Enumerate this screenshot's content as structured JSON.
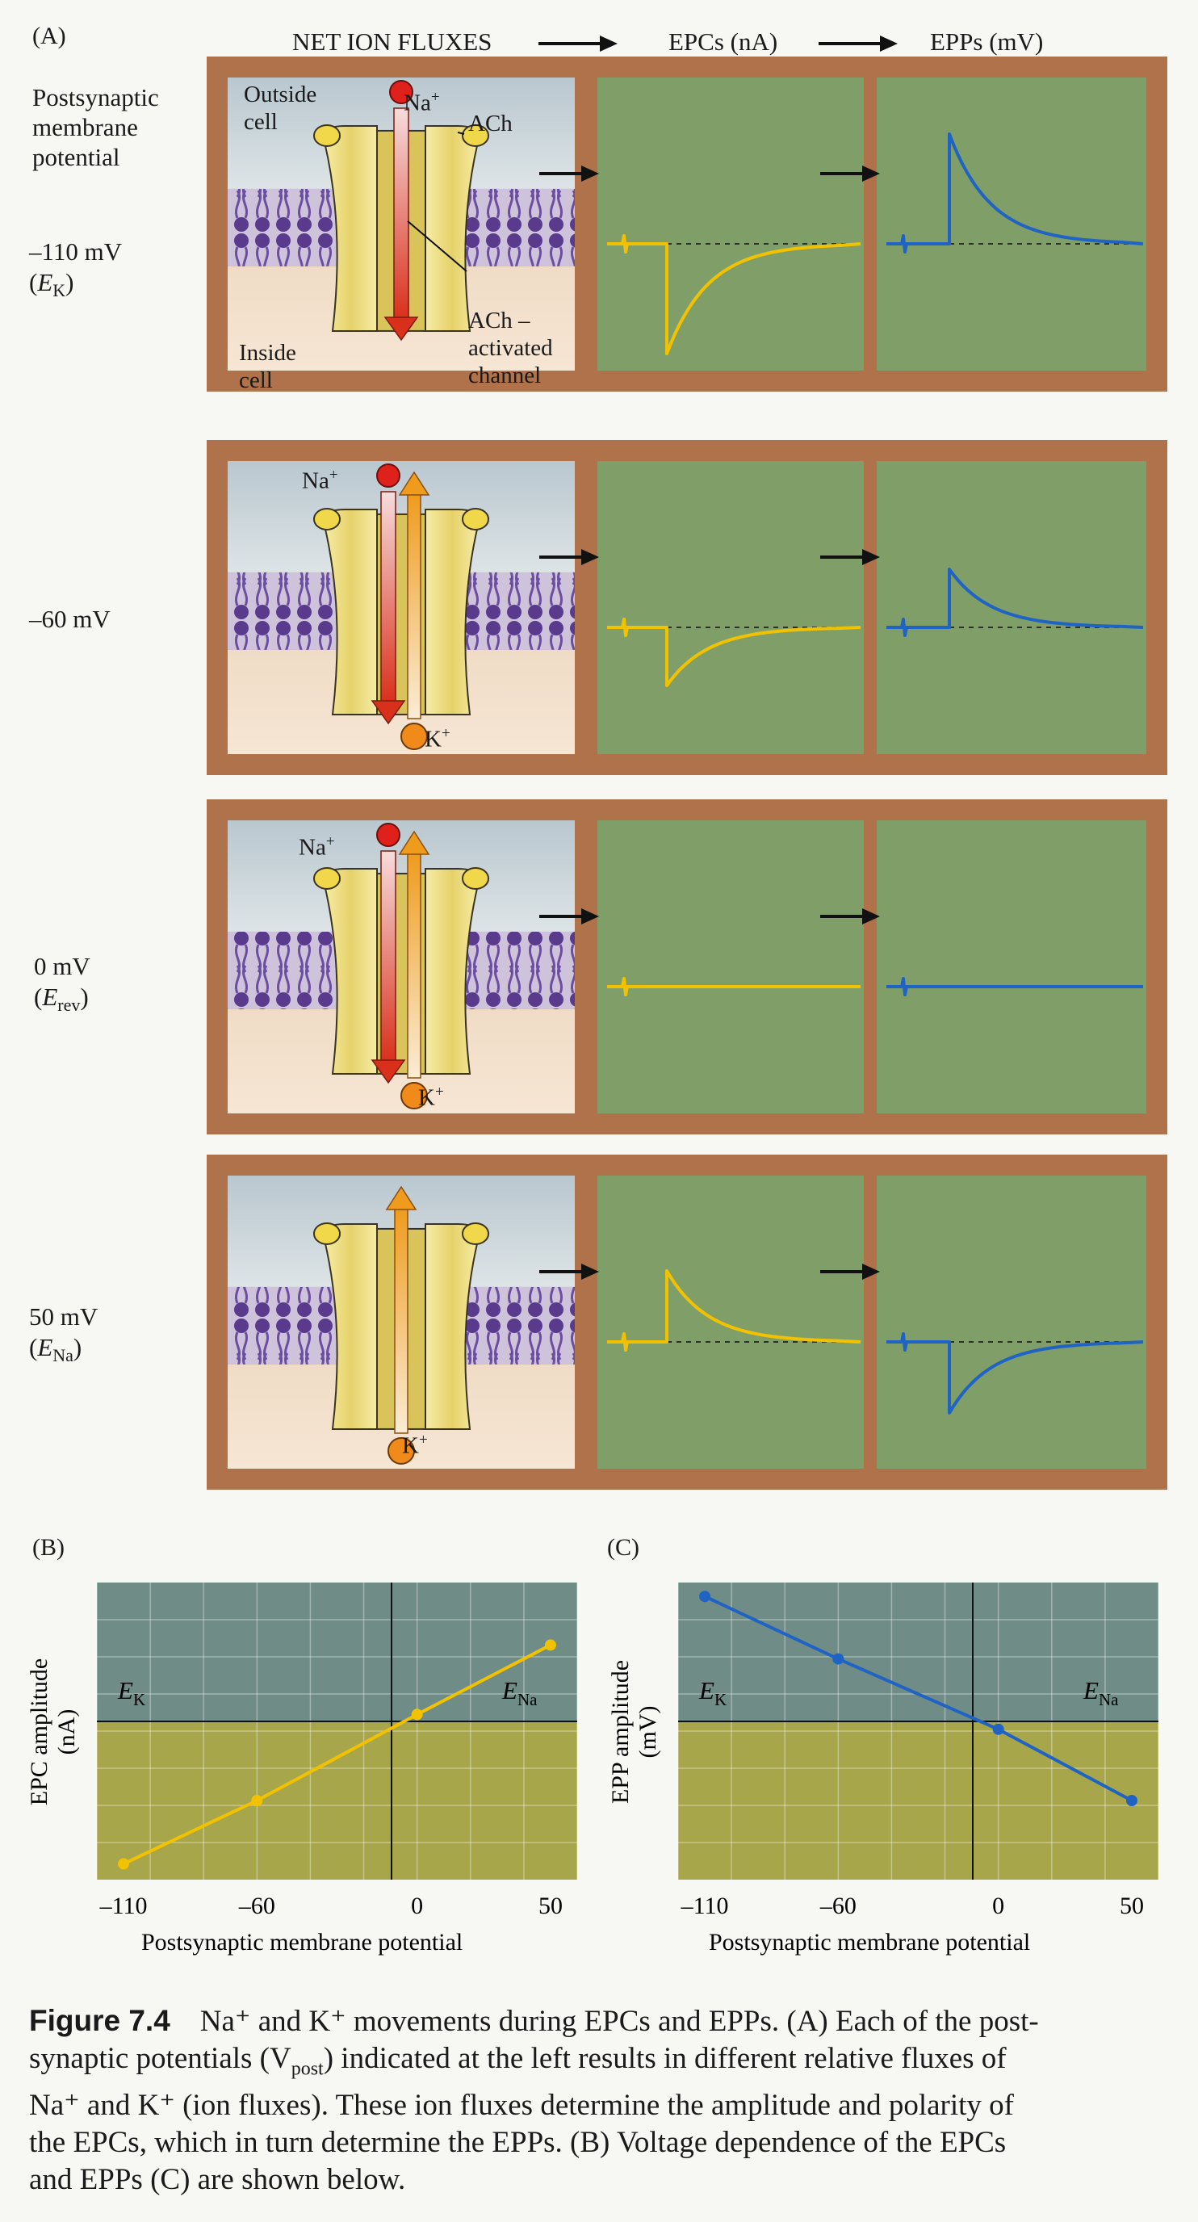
{
  "panel_a": {
    "label": "(A)",
    "header": {
      "net_ion_fluxes": "NET ION FLUXES",
      "epcs": "EPCs (nA)",
      "epps": "EPPs (mV)"
    },
    "row_header": [
      "Postsynaptic",
      "membrane",
      "potential"
    ],
    "rows": [
      {
        "potential": "–110 mV",
        "sub_main": "E",
        "sub_script": "K"
      },
      {
        "potential": "–60 mV",
        "sub_main": "",
        "sub_script": ""
      },
      {
        "potential": "0 mV",
        "sub_main": "E",
        "sub_script": "rev"
      },
      {
        "potential": "50 mV",
        "sub_main": "E",
        "sub_script": "Na"
      }
    ],
    "diagram_labels": {
      "outside_cell": [
        "Outside",
        "cell"
      ],
      "inside_cell": [
        "Inside",
        "cell"
      ],
      "na_ion": "Na",
      "k_ion": "K",
      "ion_charge": "+",
      "ach": "ACh",
      "ach_channel": [
        "ACh –",
        "activated",
        "channel"
      ]
    },
    "colors": {
      "frame": "#b0724a",
      "green_panel": "#809f68",
      "epc_trace": "#f2c200",
      "epp_trace": "#1f64c4",
      "membrane": "#5a3a8c",
      "channel": "#f3e48c",
      "na_arrow": "#d9301c",
      "k_arrow": "#ef9b1c"
    }
  },
  "panel_b": {
    "label": "(B)",
    "ylabel": [
      "EPC amplitude",
      "(nA)"
    ],
    "xlabel": "Postsynaptic membrane potential",
    "ek_main": "E",
    "ek_sub": "K",
    "ena_main": "E",
    "ena_sub": "Na"
  },
  "panel_c": {
    "label": "(C)",
    "ylabel": [
      "EPP amplitude",
      "(mV)"
    ],
    "xlabel": "Postsynaptic membrane potential",
    "ek_main": "E",
    "ek_sub": "K",
    "ena_main": "E",
    "ena_sub": "Na"
  },
  "chart_data": [
    {
      "type": "line",
      "panel": "B",
      "x": [
        -110,
        -60,
        0,
        50
      ],
      "y": [
        -0.9,
        -0.5,
        0.05,
        0.55
      ],
      "xticks": [
        "–110",
        "–60",
        "0",
        "50"
      ],
      "xlim": [
        -120,
        60
      ],
      "ylim": [
        -1.0,
        1.0
      ],
      "color": "#f2c200",
      "grid": true
    },
    {
      "type": "line",
      "panel": "C",
      "x": [
        -110,
        -60,
        0,
        50
      ],
      "y": [
        0.9,
        0.45,
        -0.05,
        -0.5
      ],
      "xticks": [
        "–110",
        "–60",
        "0",
        "50"
      ],
      "xlim": [
        -120,
        60
      ],
      "ylim": [
        -1.0,
        1.0
      ],
      "color": "#1f64c4",
      "grid": true
    }
  ],
  "caption": {
    "figure_label": "Figure 7.4",
    "lines": [
      "Na⁺ and K⁺ movements during EPCs and EPPs. (A) Each of the post-",
      "synaptic potentials (V",
      ") indicated at the left results in different relative fluxes of",
      "Na⁺ and K⁺ (ion fluxes). These ion fluxes determine the amplitude and polarity of",
      "the EPCs, which in turn determine the EPPs. (B) Voltage dependence of the EPCs",
      "and EPPs (C) are shown below."
    ],
    "vpost_sub": "post"
  }
}
